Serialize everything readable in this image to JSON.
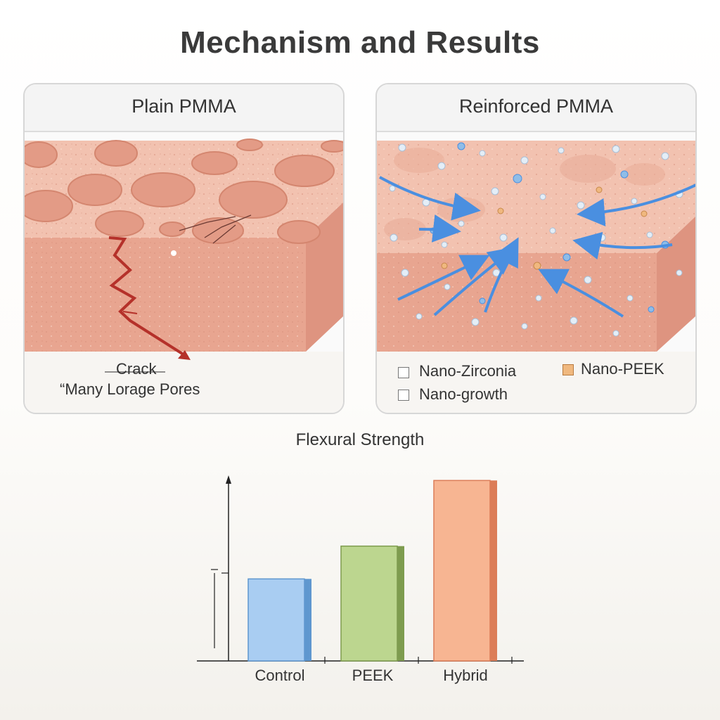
{
  "title": "Mechanism and Results",
  "panels": {
    "plain": {
      "heading": "Plain PMMA",
      "crack_label": "Crack",
      "pores_label": "“Many Lorage Pores"
    },
    "reinforced": {
      "heading": "Reinforced PMMA",
      "legend": {
        "zirconia": "Nano-Zirconia",
        "peek": "Nano-PEEK",
        "growth": "Nano-growth"
      }
    }
  },
  "colors": {
    "block_top": "#f2c2b0",
    "block_front": "#e8a590",
    "block_side": "#de9480",
    "crack": "#b5312a",
    "arrow": "#4a8fe0"
  },
  "chart_data": {
    "type": "bar",
    "title": "Flexural Strength",
    "categories": [
      "Control",
      "PEEK",
      "Hybrid"
    ],
    "values": [
      1.0,
      1.4,
      2.2
    ],
    "ylim": [
      0,
      2.4
    ],
    "colors": [
      "#a9cdf2",
      "#bcd68f",
      "#f7b592"
    ],
    "edge_colors": [
      "#5f97cf",
      "#7e9c4f",
      "#dc7d58"
    ]
  }
}
